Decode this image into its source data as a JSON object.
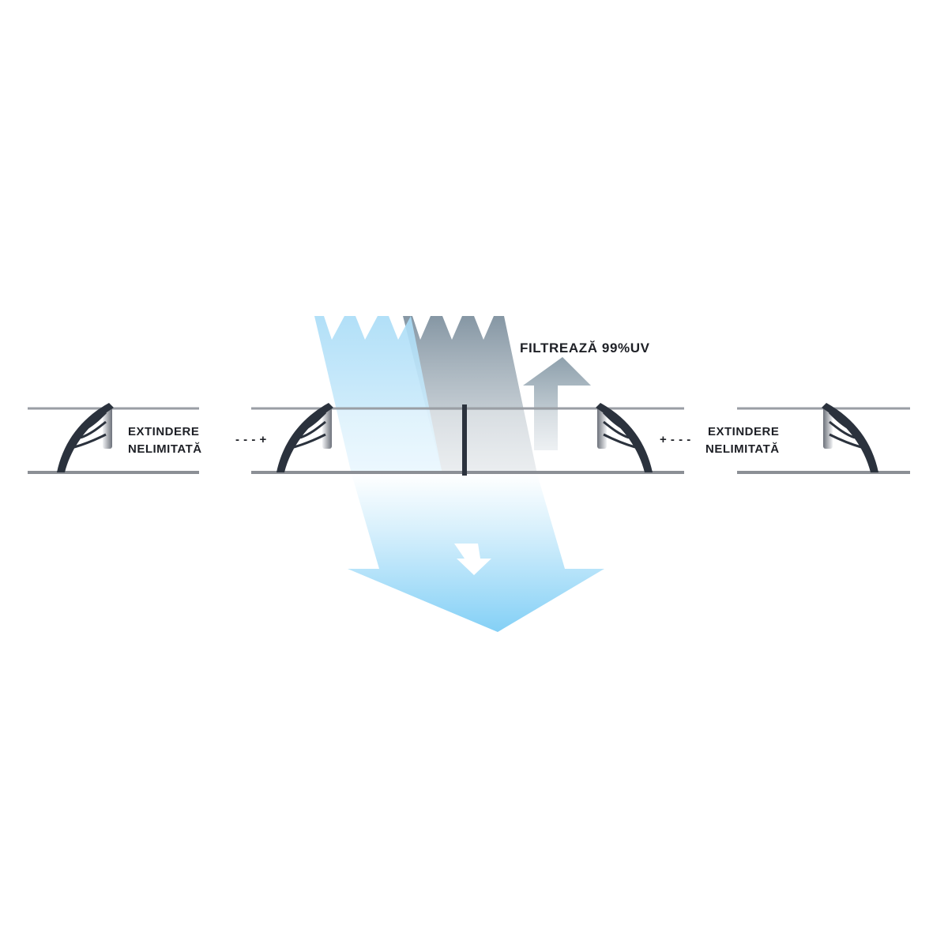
{
  "diagram": {
    "uv_label": "FILTREAZĂ 99%UV",
    "left_label": {
      "line1": "EXTINDERE",
      "line2": "NELIMITATĂ",
      "connector": "- - - +"
    },
    "right_label": {
      "line1": "EXTINDERE",
      "line2": "NELIMITATĂ",
      "connector": "+ - - -"
    },
    "colors": {
      "sky": "#8fd4f7",
      "uv": "#7f919f",
      "bracket": "#2b323d",
      "rail": "#9a9ea4"
    }
  }
}
